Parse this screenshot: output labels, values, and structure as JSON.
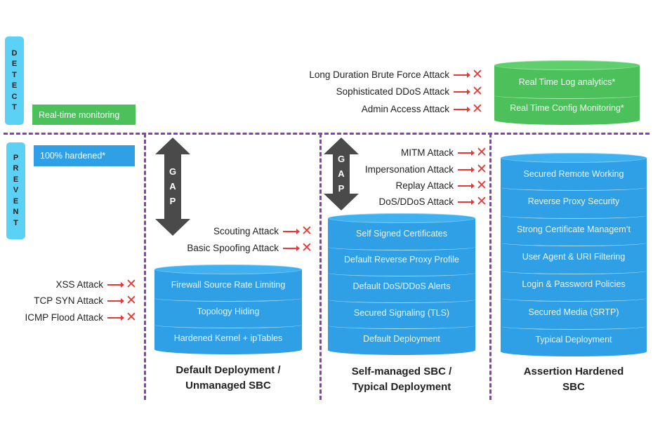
{
  "sections": {
    "detect": {
      "letters": [
        "D",
        "E",
        "T",
        "E",
        "C",
        "T"
      ],
      "tag": "Real-time monitoring",
      "tag_color": "#4cc05a"
    },
    "prevent": {
      "letters": [
        "P",
        "R",
        "E",
        "V",
        "E",
        "N",
        "T"
      ],
      "tag": "100% hardened*",
      "tag_color": "#2f9fe6"
    }
  },
  "detect_attacks": [
    {
      "label": "Long Duration Brute Force Attack",
      "status": "blocked"
    },
    {
      "label": "Sophisticated DDoS Attack",
      "status": "blocked"
    },
    {
      "label": "Admin Access Attack",
      "status": "blocked"
    }
  ],
  "detect_stack": {
    "layers": [
      "Real Time Log analytics*",
      "Real Time Config Monitoring*"
    ],
    "color": "#4cc05a"
  },
  "gap_label": [
    "G",
    "A",
    "P"
  ],
  "x_symbol": "✕",
  "columns": [
    {
      "title_lines": [
        "Default Deployment /",
        "Unmanaged SBC"
      ],
      "layers": [
        "Firewall Source Rate Limiting",
        "Topology Hiding",
        "Hardened Kernel + ipTables"
      ],
      "left_attacks": [
        {
          "label": "XSS Attack",
          "status": "blocked"
        },
        {
          "label": "TCP SYN Attack",
          "status": "blocked"
        },
        {
          "label": "ICMP Flood Attack",
          "status": "blocked"
        }
      ],
      "attacks": [
        {
          "label": "Scouting Attack",
          "status": "blocked"
        },
        {
          "label": "Basic Spoofing Attack",
          "status": "blocked"
        }
      ]
    },
    {
      "title_lines": [
        "Self-managed SBC /",
        "Typical Deployment"
      ],
      "layers": [
        "Self Signed Certificates",
        "Default Reverse Proxy Profile",
        "Default DoS/DDoS Alerts",
        "Secured Signaling (TLS)",
        "Default Deployment"
      ],
      "attacks": [
        {
          "label": "MITM Attack",
          "status": "blocked"
        },
        {
          "label": "Impersonation Attack",
          "status": "blocked"
        },
        {
          "label": "Replay Attack",
          "status": "blocked"
        },
        {
          "label": "DoS/DDoS Attack",
          "status": "blocked"
        }
      ]
    },
    {
      "title_lines": [
        "Assertion Hardened",
        "SBC"
      ],
      "layers": [
        "Secured Remote Working",
        "Reverse Proxy Security",
        "Strong Certificate Managem’t",
        "User Agent & URI Filtering",
        "Login & Password Policies",
        "Secured Media (SRTP)",
        "Typical Deployment"
      ]
    }
  ],
  "colors": {
    "divider": "#8b3fb3",
    "attack_x": "#e53935",
    "stack_blue": "#2f9fe6",
    "side_label": "#5bd2f5",
    "gap_arrow": "#4a4a4a"
  }
}
